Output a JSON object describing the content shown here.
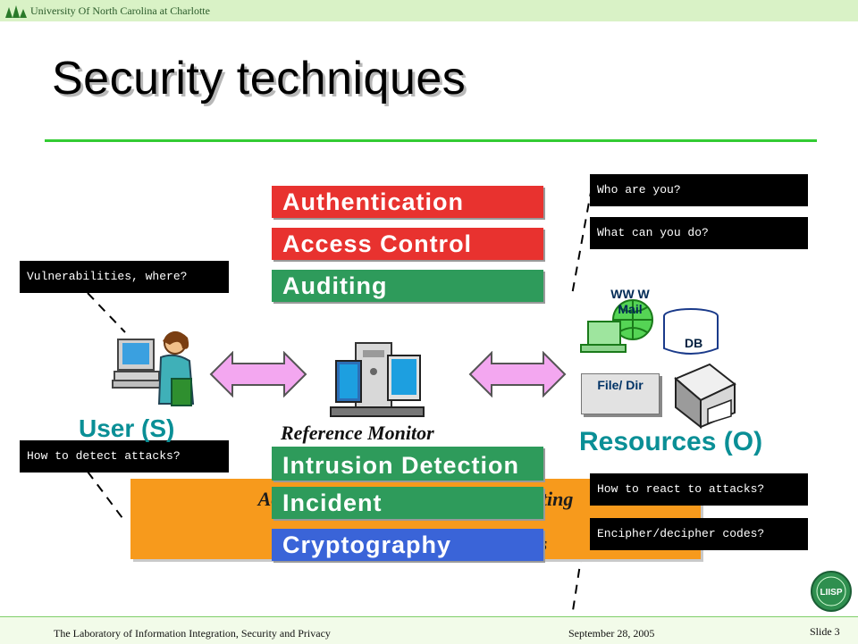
{
  "header": {
    "university": "University Of North Carolina at Charlotte"
  },
  "slide": {
    "title": "Security techniques",
    "techniques": [
      {
        "label": "Authentication"
      },
      {
        "label": "Access  Control"
      },
      {
        "label": "Auditing"
      },
      {
        "label": "Intrusion Detection"
      },
      {
        "label": "Incident"
      },
      {
        "label": "Cryptography"
      }
    ],
    "notes": {
      "who": "Who are you?",
      "what": "What can you do?",
      "vuln": "Vulnerabilities, where?",
      "detect": "How to detect attacks?",
      "react": "How to react to attacks?",
      "encipher": "Encipher/decipher codes?"
    },
    "labels": {
      "user": "User (S)",
      "resources": "Resources (O)",
      "reference_monitor": "Reference Monitor"
    },
    "resource_items": {
      "www_mail": "WW W Mail",
      "db": "DB",
      "file_dir": "File/ Dir"
    },
    "orange_box": {
      "line1": "Access control works best with limiting",
      "line2": "the power of authenticated users"
    },
    "colors": {
      "red": "#e8322f",
      "green": "#2e9b5b",
      "blue": "#3a64d8",
      "orange": "#f79a1c",
      "teal": "#0a8f96"
    }
  },
  "footer": {
    "lab": "The Laboratory of Information Integration, Security and Privacy",
    "date": "September 28, 2005",
    "slide_label": "Slide 3"
  }
}
